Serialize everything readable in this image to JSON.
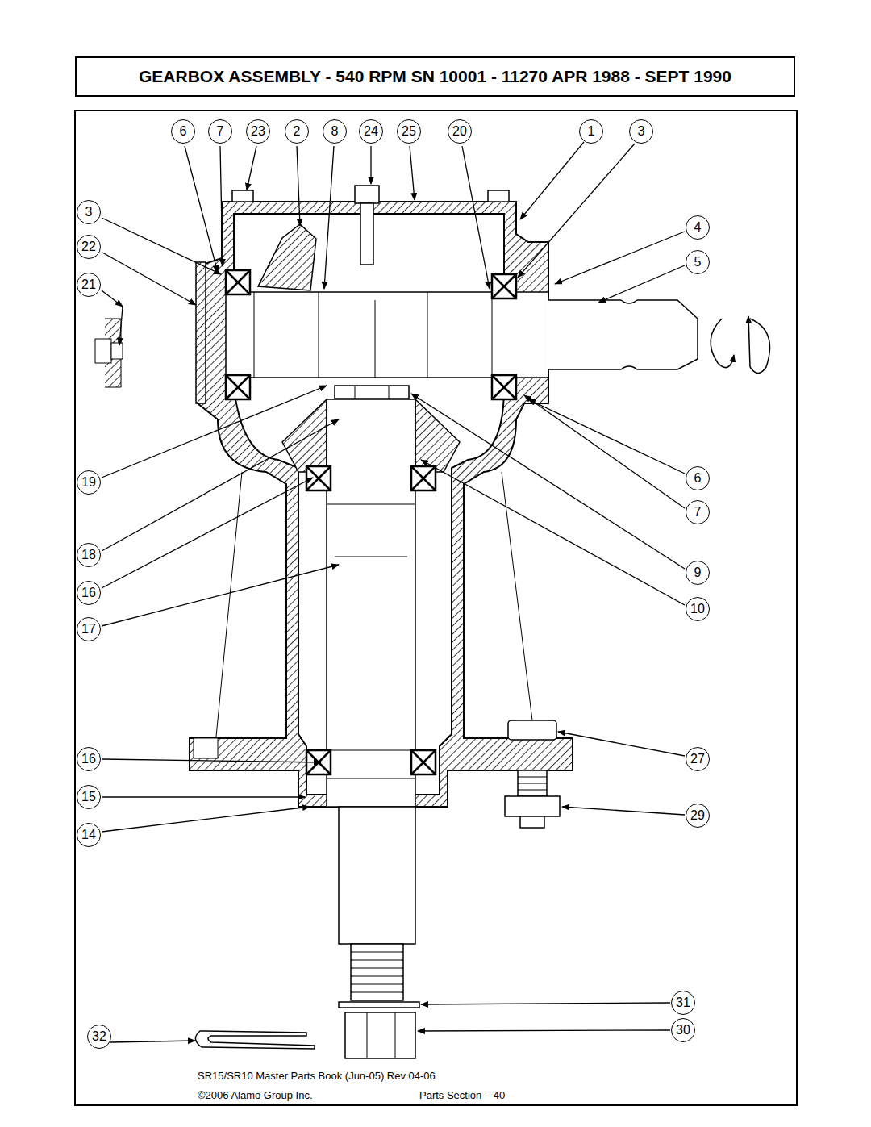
{
  "diagram": {
    "title": "GEARBOX ASSEMBLY - 540 RPM SN 10001 - 11270 APR 1988 - SEPT 1990",
    "nodes": [
      {
        "text": [
          "6"
        ]
      },
      {
        "text": [
          "7"
        ]
      },
      {
        "text": [
          "23"
        ]
      },
      {
        "text": [
          "2"
        ]
      },
      {
        "text": [
          "8"
        ]
      },
      {
        "text": [
          "24"
        ]
      },
      {
        "text": [
          "25"
        ]
      },
      {
        "text": [
          "20"
        ]
      },
      {
        "text": [
          "1"
        ]
      },
      {
        "text": [
          "3"
        ]
      },
      {
        "text": [
          "3"
        ]
      },
      {
        "text": [
          "4"
        ]
      },
      {
        "text": [
          "22"
        ]
      },
      {
        "text": [
          "5"
        ]
      },
      {
        "text": [
          "21"
        ]
      },
      {
        "text": [
          "6"
        ]
      },
      {
        "text": [
          "19"
        ]
      },
      {
        "text": [
          "7"
        ]
      },
      {
        "text": [
          "18"
        ]
      },
      {
        "text": [
          "9"
        ]
      },
      {
        "text": [
          "16"
        ]
      },
      {
        "text": [
          "10"
        ]
      },
      {
        "text": [
          "17"
        ]
      },
      {
        "text": [
          "16"
        ]
      },
      {
        "text": [
          "27"
        ]
      },
      {
        "text": [
          "15"
        ]
      },
      {
        "text": [
          "29"
        ]
      },
      {
        "text": [
          "14"
        ]
      },
      {
        "text": [
          "32"
        ]
      },
      {
        "text": [
          "31"
        ]
      },
      {
        "text": [
          "30"
        ]
      }
    ],
    "labels": [
      "SR15/SR10 Master Parts Book (Jun-05) Rev 04-06",
      "©2006 Alamo Group Inc.",
      "Parts Section – 40"
    ]
  }
}
